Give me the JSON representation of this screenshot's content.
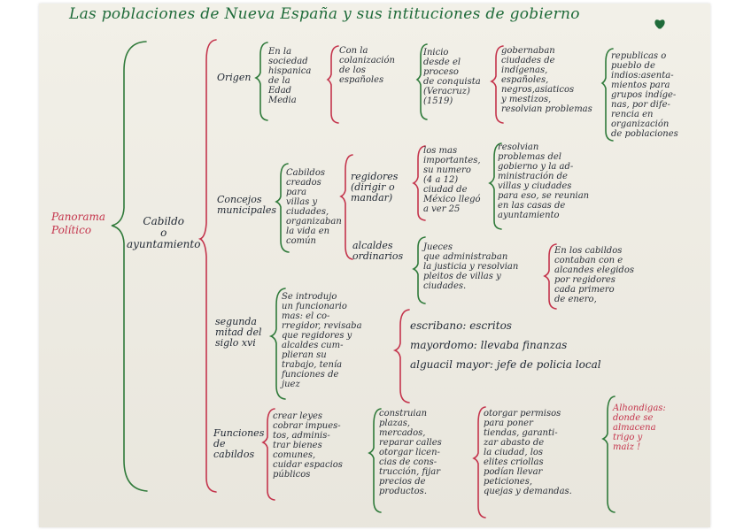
{
  "title": "Las poblaciones de Nueva España y sus intituciones de gobierno",
  "root": "Panorama\nPolítico",
  "cabildo": "Cabildo\no\nayuntamiento",
  "branches": {
    "origen": "Origen",
    "concejos": "Concejos\nmunicipales",
    "segunda": "segunda\nmitad del\nsiglo xvi",
    "funciones": "Funciones\nde\ncabildos"
  },
  "origen_nodes": [
    "En la\nsociedad\nhispanica\nde la\nEdad\nMedia",
    "Con la\ncolanización\nde los\nespañoles",
    "Inicio\ndesde el\nproceso\nde conquista\n(Veracruz)\n(1519)",
    "gobernaban\nciudades de\nindígenas,\nespañoles,\nnegros,asiaticos\ny mestizos,\nresolvian problemas",
    "republicas o\npueblo de\nindios:asenta-\nmientos para\ngrupos indíge-\nnas, por dife-\nrencia en\norganización\nde poblaciones"
  ],
  "concejos_nodes": {
    "cabildos": "Cabildos\ncreados\npara\nvillas y\nciudades,\norganizaban\nla vida en\ncomún",
    "regidores": "regidores\n(dirigir o\nmandar)",
    "regidores_info": "los mas\nimportantes,\nsu numero\n(4 a 12)\nciudad de\nMéxico llegó\na ver 25",
    "regidores_fn": "resolvian\nproblemas del\ngobierno y la ad-\nministración de\nvillas y ciudades\npara eso, se reunian\nen las casas de\nayuntamiento",
    "alcaldes": "alcaldes\nordinarios",
    "alcaldes_info": "Jueces\nque administraban\nla justicia y resolvian\npleitos de villas y\nciudades.",
    "alcaldes_note": "En los cabildos\ncontaban con e\nalcandes elegidos\npor regidores\ncada primero\nde enero,"
  },
  "segunda_nodes": {
    "corregidor": "Se introdujo\nun funcionario\nmas: el co-\nrregidor, revisaba\nque regidores y\nalcaldes cum-\nplieran su\ntrabajo, tenía\nfunciones de\njuez",
    "officials": [
      "escribano: escritos",
      "mayordomo: llevaba finanzas",
      "alguacil mayor: jefe de policia local"
    ]
  },
  "funciones_nodes": [
    "crear leyes\ncobrar impues-\ntos, adminis-\ntrar bienes\ncomunes,\ncuidar espacios\npúblicos",
    "construian\nplazas,\nmercados,\nreparar calles\notorgar licen-\ncias de cons-\ntrucción, fijar\nprecios de\nproductos.",
    "otorgar permisos\npara poner\ntiendas, garanti-\nzar abasto de\nla ciudad, los\nelites criollas\npodían llevar\npeticiones,\nquejas y demandas.",
    "Alhondigas:\ndonde se\nalmacena\ntrigo y\nmaiz !"
  ],
  "colors": {
    "paper": "#f2f0e8",
    "ink": "#222a35",
    "red": "#c4344c",
    "green": "#2f7a3a",
    "heart": "#1f6b3a"
  },
  "icons": [
    "heart-icon"
  ]
}
